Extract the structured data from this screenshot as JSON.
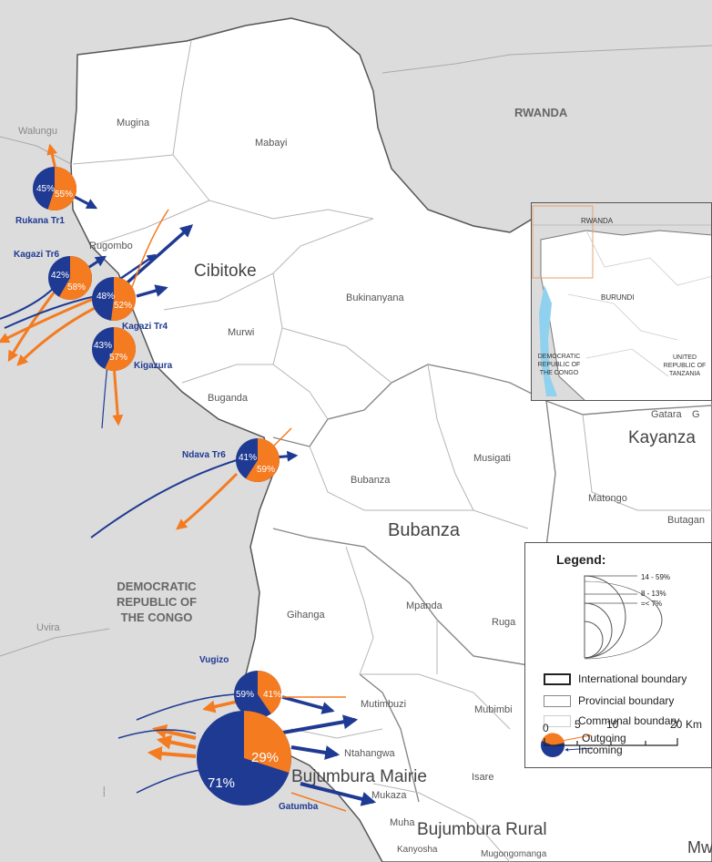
{
  "country_labels": {
    "rwanda": "RWANDA",
    "drc": [
      "DEMOCRATIC",
      "REPUBLIC OF",
      "THE CONGO"
    ]
  },
  "province_labels": {
    "cibitoke": "Cibitoke",
    "bubanza": "Bubanza",
    "bujumbura_mairie": "Bujumbura Mairie",
    "bujumbura_rural": "Bujumbura Rural",
    "kayanza": "Kayanza",
    "mw": "Mw"
  },
  "commune_labels": {
    "mugina": "Mugina",
    "mabayi": "Mabayi",
    "rugombo": "Rugombo",
    "murwi": "Murwi",
    "bukinanyana": "Bukinanyana",
    "buganda": "Buganda",
    "bubanza": "Bubanza",
    "musigati": "Musigati",
    "matongo": "Matongo",
    "butaganzwa": "Butagan",
    "gatara": "Gatara",
    "gihanga": "Gihanga",
    "mpanda": "Mpanda",
    "rugazi": "Ruga",
    "mutimbuzi": "Mutimbuzi",
    "mubimbi": "Mubimbi",
    "ntahangwa": "Ntahangwa",
    "isare": "Isare",
    "mukaza": "Mukaza",
    "muha": "Muha",
    "kanyosha": "Kanyosha",
    "mugongomanga": "Mugongomanga",
    "walungu": "Walungu",
    "uvira": "Uvira",
    "g": "G"
  },
  "flow_points": [
    {
      "name": "Rukana Tr1",
      "incoming": 45,
      "outgoing": 55
    },
    {
      "name": "Kagazi Tr6",
      "incoming": 42,
      "outgoing": 58
    },
    {
      "name": "Kagazi Tr4",
      "incoming": 48,
      "outgoing": 52
    },
    {
      "name": "Kigazura",
      "incoming": 43,
      "outgoing": 57
    },
    {
      "name": "Ndava Tr6",
      "incoming": 41,
      "outgoing": 59
    },
    {
      "name": "Vugizo",
      "incoming": 59,
      "outgoing": 41
    },
    {
      "name": "Gatumba",
      "incoming": 71,
      "outgoing": 29
    }
  ],
  "percent_suffix": "%",
  "inset": {
    "rwanda": "RWANDA",
    "burundi": "BURUNDI",
    "drc": [
      "DEMOCRATIC",
      "REPUBLIC OF",
      "THE CONGO"
    ],
    "tanzania": [
      "UNITED",
      "REPUBLIC OF",
      "TANZANIA"
    ]
  },
  "legend": {
    "title": "Legend:",
    "size_classes": [
      "14 - 59%",
      "8 - 13%",
      "=< 7%"
    ],
    "boundaries": [
      "International boundary",
      "Provincial boundary",
      "Communal boundary"
    ],
    "outgoing": "Outgoing",
    "incoming": "Incoming",
    "scale_ticks": [
      "0",
      "5",
      "10",
      "20"
    ],
    "scale_unit": "Km"
  },
  "colors": {
    "incoming": "#1f3a93",
    "outgoing": "#f47b20",
    "land_burundi": "#ffffff",
    "land_other": "#dcdcdc",
    "lake": "#8fd1ee"
  },
  "footnote": "⸽"
}
